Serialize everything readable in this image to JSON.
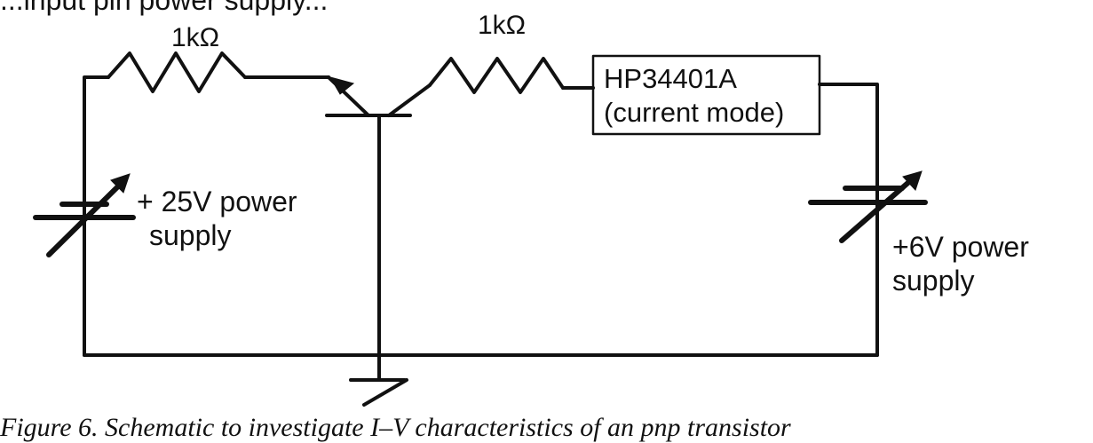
{
  "top_text": "...input pin power supply...",
  "resistors": [
    {
      "label": "1kΩ"
    },
    {
      "label": "1kΩ"
    }
  ],
  "meter": {
    "line1": "HP34401A",
    "line2": "(current mode)"
  },
  "supplies": [
    {
      "line1": "+ 25V power",
      "line2": "supply"
    },
    {
      "line1": "+6V power",
      "line2": "supply"
    }
  ],
  "caption": "Figure 6. Schematic to investigate I–V characteristics of an pnp transistor"
}
